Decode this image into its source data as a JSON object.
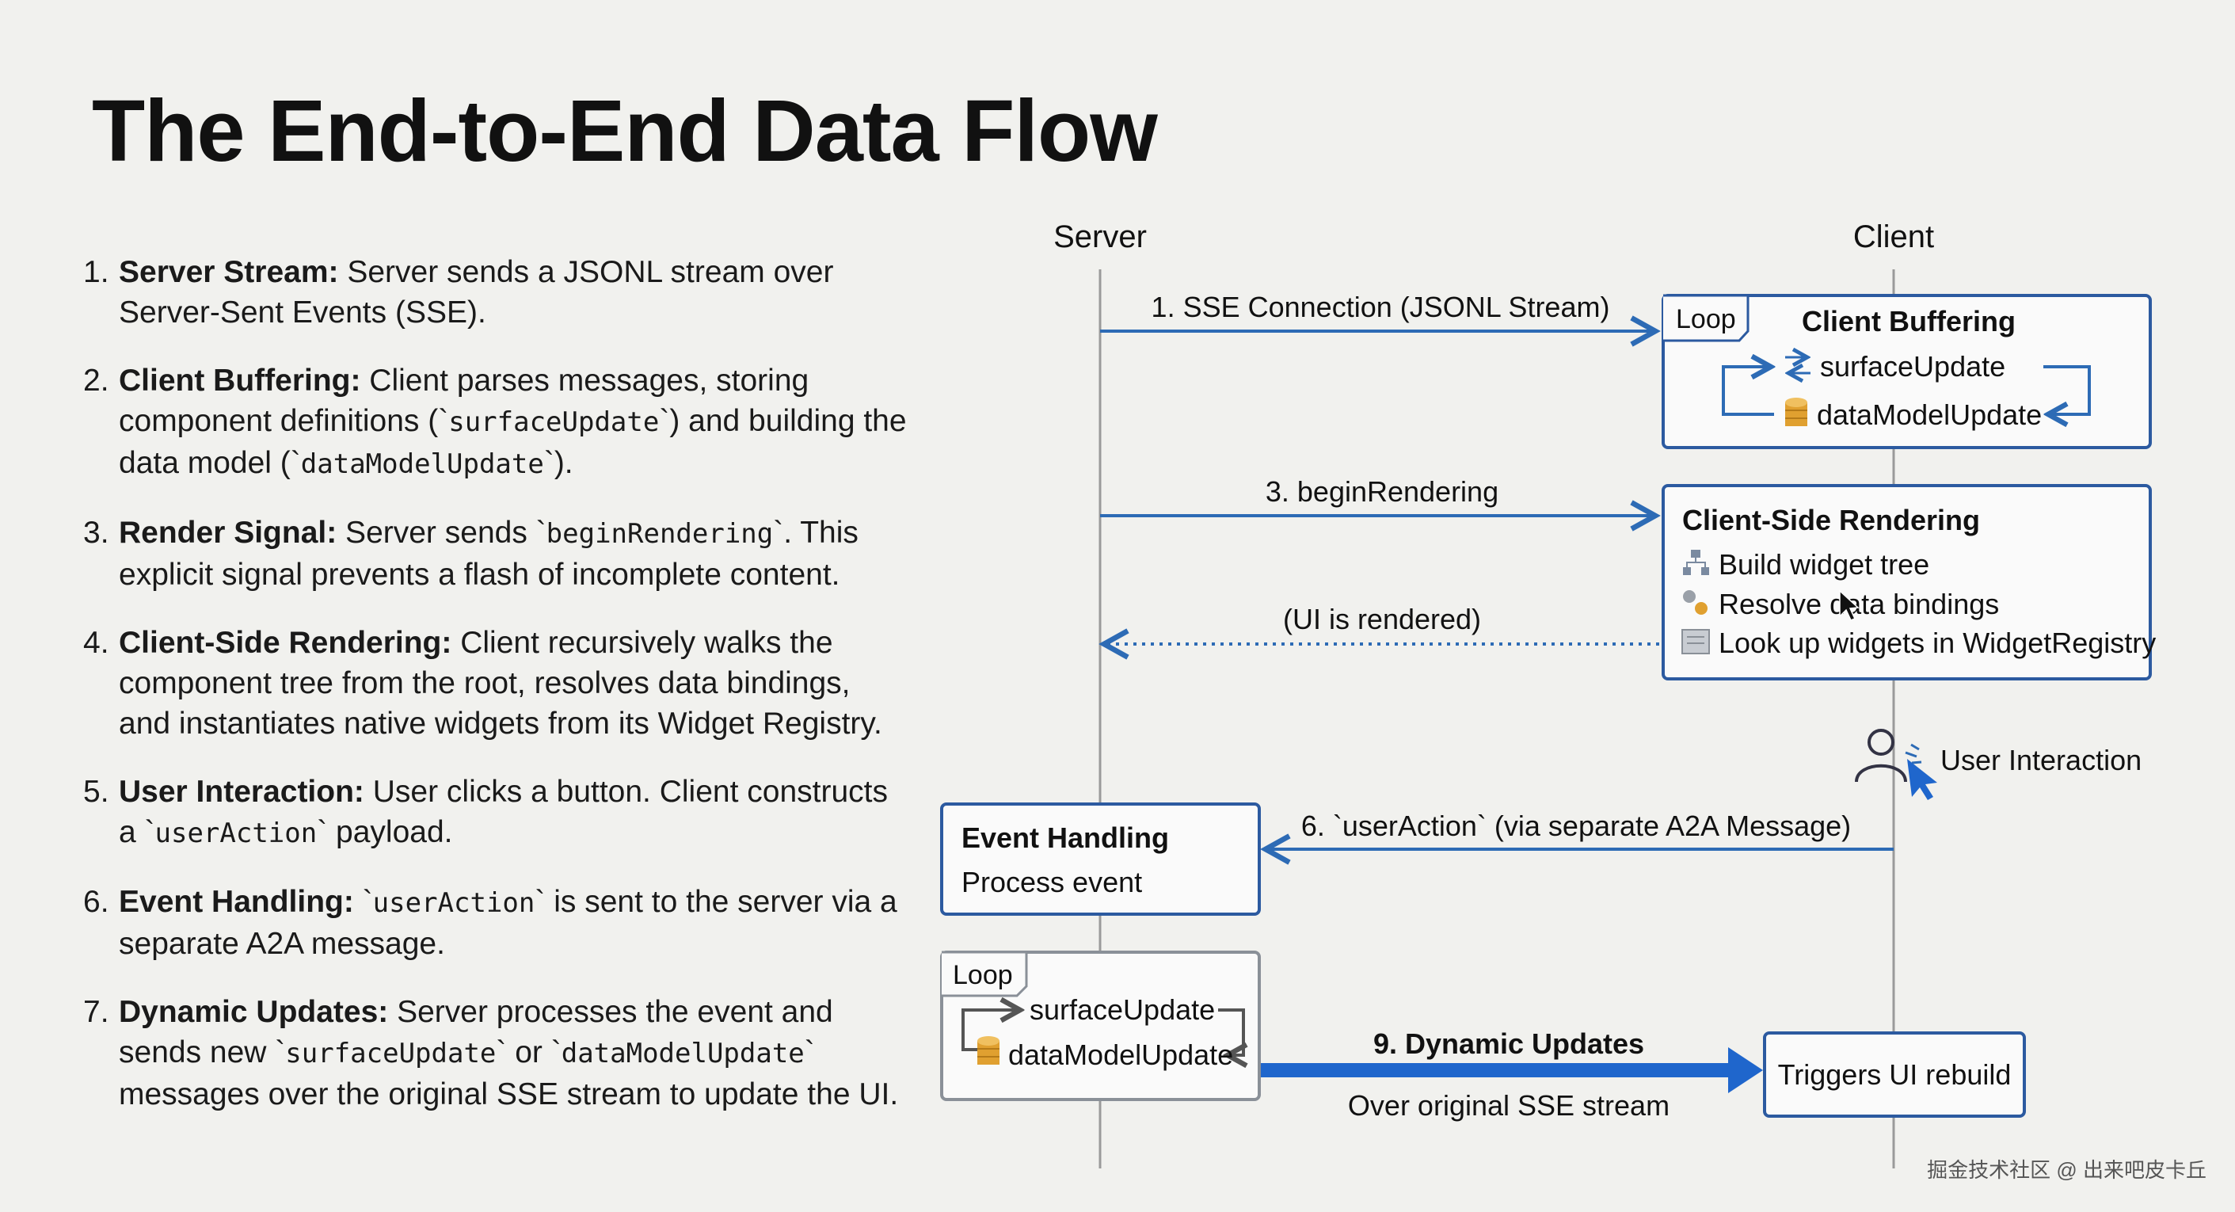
{
  "title": "The End-to-End Data Flow",
  "steps": [
    {
      "num": "1.",
      "head": "Server Stream:",
      "parts": [
        {
          "t": " Server sends a JSONL stream over Server-Sent Events (SSE)."
        }
      ]
    },
    {
      "num": "2.",
      "head": "Client Buffering:",
      "parts": [
        {
          "t": " Client parses messages, storing component definitions (`"
        },
        {
          "c": "surfaceUpdate"
        },
        {
          "t": "`) and building the data model (`"
        },
        {
          "c": "dataModelUpdate"
        },
        {
          "t": "`)."
        }
      ]
    },
    {
      "num": "3.",
      "head": "Render Signal:",
      "parts": [
        {
          "t": " Server sends `"
        },
        {
          "c": "beginRendering"
        },
        {
          "t": "`. This explicit signal prevents a flash of incomplete content."
        }
      ]
    },
    {
      "num": "4.",
      "head": "Client-Side Rendering:",
      "parts": [
        {
          "t": " Client recursively walks the component tree from the root, resolves data bindings, and instantiates native widgets from its Widget Registry."
        }
      ]
    },
    {
      "num": "5.",
      "head": "User Interaction:",
      "parts": [
        {
          "t": " User clicks a button. Client constructs a `"
        },
        {
          "c": "userAction"
        },
        {
          "t": "` payload."
        }
      ]
    },
    {
      "num": "6.",
      "head": "Event Handling:",
      "parts": [
        {
          "t": " `"
        },
        {
          "c": "userAction"
        },
        {
          "t": "` is sent to the server via a separate A2A message."
        }
      ]
    },
    {
      "num": "7.",
      "head": "Dynamic Updates:",
      "parts": [
        {
          "t": " Server processes the event and sends new `"
        },
        {
          "c": "surfaceUpdate"
        },
        {
          "t": "` or `"
        },
        {
          "c": "dataModelUpdate"
        },
        {
          "t": "` messages over the original SSE stream to update the UI."
        }
      ]
    }
  ],
  "diagram": {
    "server_label": "Server",
    "client_label": "Client",
    "msg1": "1. SSE Connection (JSONL Stream)",
    "msg3": "3. beginRendering",
    "msg_rendered": "(UI is rendered)",
    "msg6": "6. `userAction` (via separate A2A Message)",
    "msg9_title": "9. Dynamic Updates",
    "msg9_sub": "Over original SSE stream",
    "client_buffering": {
      "tag": "Loop",
      "title": "Client Buffering",
      "item1": "surfaceUpdate",
      "item2": "dataModelUpdate"
    },
    "client_rendering": {
      "title": "Client-Side Rendering",
      "item1": "Build widget tree",
      "item2": "Resolve data bindings",
      "item3": "Look up widgets in WidgetRegistry"
    },
    "user_interaction": "User Interaction",
    "event_handling": {
      "title": "Event Handling",
      "sub": "Process event"
    },
    "server_loop": {
      "tag": "Loop",
      "item1": "surfaceUpdate",
      "item2": "dataModelUpdate"
    },
    "rebuild": "Triggers UI rebuild",
    "colors": {
      "box_border": "#2c5aa0",
      "arrow": "#2d6bb5",
      "thick_arrow": "#1f66cc",
      "lifeline": "#9a9a9a",
      "db": "#e0a030"
    }
  },
  "watermark": "掘金技术社区 @ 出来吧皮卡丘"
}
